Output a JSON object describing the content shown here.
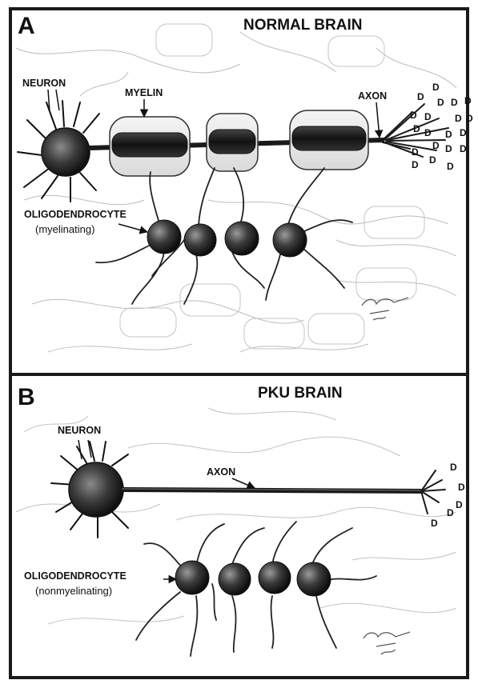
{
  "panels": [
    {
      "letter": "A",
      "title": "NORMAL BRAIN",
      "labels": {
        "neuron": "NEURON",
        "myelin": "MYELIN",
        "axon": "AXON",
        "oligodendrocyte": "OLIGODENDROCYTE",
        "oligodendrocyte_state": "(myelinating)"
      },
      "dendrite_marks": [
        "D",
        "D",
        "D",
        "D",
        "D",
        "D",
        "D",
        "D",
        "D",
        "D",
        "D",
        "D",
        "D",
        "D",
        "D",
        "D",
        "D",
        "D",
        "D",
        "D"
      ]
    },
    {
      "letter": "B",
      "title": "PKU BRAIN",
      "labels": {
        "neuron": "NEURON",
        "axon": "AXON",
        "oligodendrocyte": "OLIGODENDROCYTE",
        "oligodendrocyte_state": "(nonmyelinating)"
      },
      "dendrite_marks": [
        "D",
        "D",
        "D",
        "D",
        "D"
      ]
    }
  ],
  "colors": {
    "ink": "#111111",
    "shade": "#3a3a3a",
    "sketch": "#b8b8b8",
    "frame": "#1a1a1a",
    "background": "#ffffff"
  }
}
